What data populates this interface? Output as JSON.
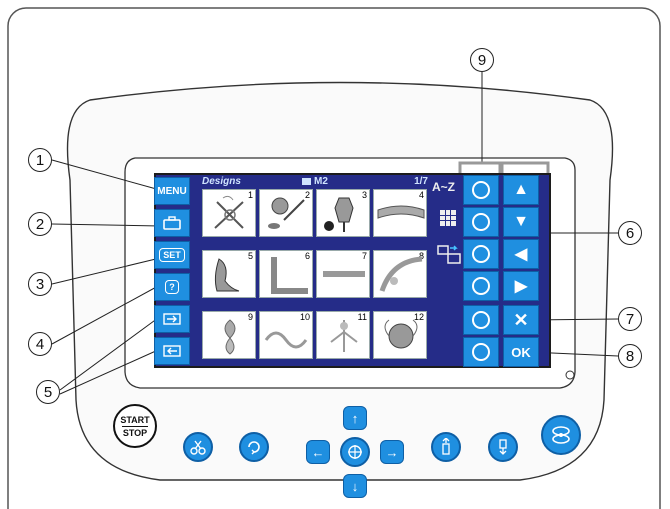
{
  "screen": {
    "title": "Designs",
    "memory_label": "M2",
    "page_indicator": "1/7",
    "sort_label": "A~Z"
  },
  "side_buttons": [
    {
      "label": "MENU",
      "icon": "menu-text"
    },
    {
      "label": "",
      "icon": "toolbox-icon"
    },
    {
      "label": "SET",
      "icon": "set-icon"
    },
    {
      "label": "?",
      "icon": "help-icon"
    },
    {
      "label": "",
      "icon": "arrow-in-icon"
    },
    {
      "label": "",
      "icon": "arrow-out-icon"
    }
  ],
  "designs": [
    {
      "number": "1",
      "icon": "sewing-tools-design"
    },
    {
      "number": "2",
      "icon": "yarn-needle-design"
    },
    {
      "number": "3",
      "icon": "dress-form-design"
    },
    {
      "number": "4",
      "icon": "banner-design"
    },
    {
      "number": "5",
      "icon": "shoe-design"
    },
    {
      "number": "6",
      "icon": "corner-border-design"
    },
    {
      "number": "7",
      "icon": "small-border-design"
    },
    {
      "number": "8",
      "icon": "lace-corner-design"
    },
    {
      "number": "9",
      "icon": "floral-emblem-design"
    },
    {
      "number": "10",
      "icon": "scroll-design"
    },
    {
      "number": "11",
      "icon": "bouquet-design"
    },
    {
      "number": "12",
      "icon": "ornament-design"
    }
  ],
  "right_buttons": {
    "cancel": "✕",
    "ok": "OK",
    "arrows": [
      "▲",
      "▼",
      "◀",
      "▶"
    ]
  },
  "callouts": [
    "1",
    "2",
    "3",
    "4",
    "5",
    "6",
    "7",
    "8",
    "9"
  ],
  "control_panel": {
    "start_stop_line1": "START",
    "start_stop_line2": "STOP",
    "buttons": [
      "scissors-icon",
      "rotate-icon",
      "up-arrow-icon",
      "left-arrow-icon",
      "center-icon",
      "right-arrow-icon",
      "down-arrow-icon",
      "needle-up-icon",
      "needle-down-icon",
      "bobbin-icon"
    ]
  },
  "colors": {
    "screen_bg": "#252c88",
    "button_blue": "#1f8fe0"
  }
}
